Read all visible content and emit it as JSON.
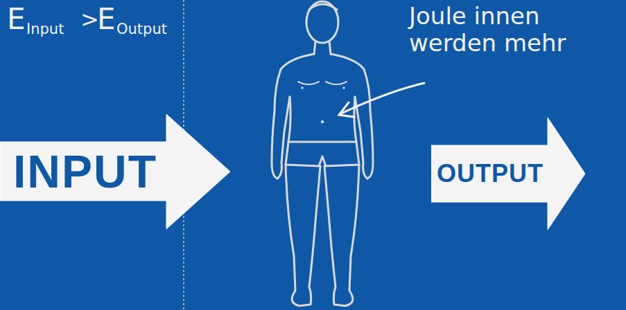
{
  "diagram": {
    "nodes": [
      {
        "text": [
          "INPUT"
        ]
      },
      {
        "text": [
          "OUTPUT"
        ]
      }
    ],
    "labels": [
      "E",
      "Input",
      ">",
      "E",
      "Output",
      "Joule innen werden mehr"
    ]
  }
}
